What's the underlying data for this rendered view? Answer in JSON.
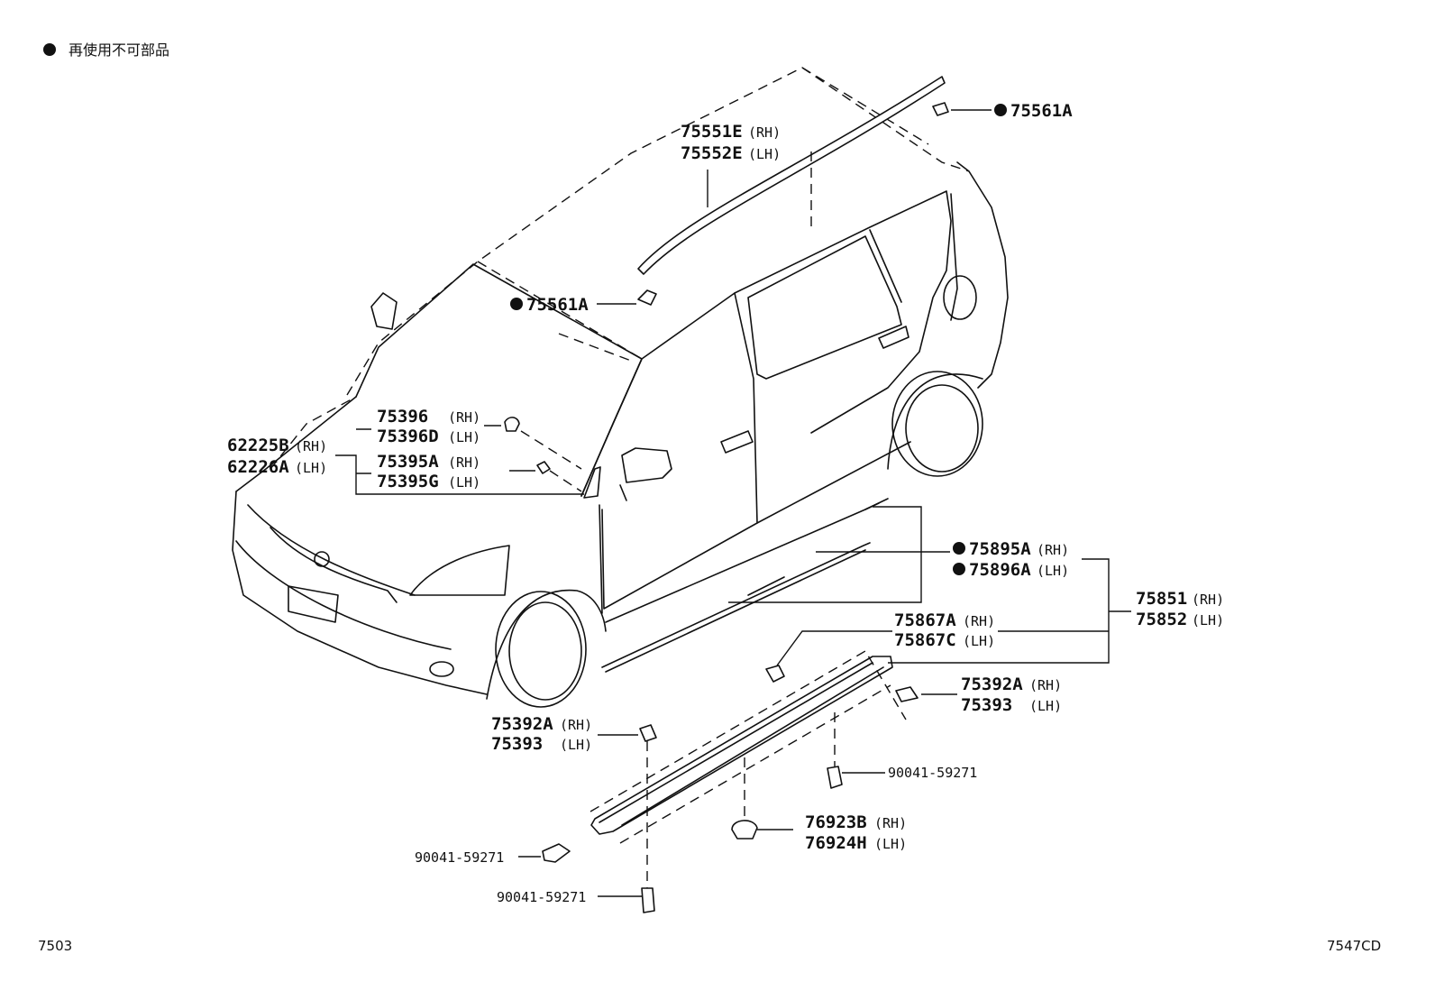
{
  "legend": {
    "marker": "●",
    "text": "再使用不可部品"
  },
  "footer": {
    "left": "7503",
    "right": "7547CD"
  },
  "labels": {
    "p75561A_top": {
      "num": "75561A"
    },
    "p75551E": {
      "num": "75551E",
      "side": "(RH)"
    },
    "p75552E": {
      "num": "75552E",
      "side": "(LH)"
    },
    "p75561A_mid": {
      "num": "75561A"
    },
    "p75396": {
      "num": "75396",
      "side": "(RH)"
    },
    "p75396D": {
      "num": "75396D",
      "side": "(LH)"
    },
    "p62225B": {
      "num": "62225B",
      "side": "(RH)"
    },
    "p62226A": {
      "num": "62226A",
      "side": "(LH)"
    },
    "p75395A": {
      "num": "75395A",
      "side": "(RH)"
    },
    "p75395G": {
      "num": "75395G",
      "side": "(LH)"
    },
    "p75895A": {
      "num": "75895A",
      "side": "(RH)"
    },
    "p75896A": {
      "num": "75896A",
      "side": "(LH)"
    },
    "p75851": {
      "num": "75851",
      "side": "(RH)"
    },
    "p75852": {
      "num": "75852",
      "side": "(LH)"
    },
    "p75867A": {
      "num": "75867A",
      "side": "(RH)"
    },
    "p75867C": {
      "num": "75867C",
      "side": "(LH)"
    },
    "p75392A_r": {
      "num": "75392A",
      "side": "(RH)"
    },
    "p75393_r": {
      "num": "75393",
      "side": "(LH)"
    },
    "p75392A_l": {
      "num": "75392A",
      "side": "(RH)"
    },
    "p75393_l": {
      "num": "75393",
      "side": "(LH)"
    },
    "p90041_r": {
      "num": "90041-59271"
    },
    "p76923B": {
      "num": "76923B",
      "side": "(RH)"
    },
    "p76924H": {
      "num": "76924H",
      "side": "(LH)"
    },
    "p90041_l": {
      "num": "90041-59271"
    },
    "p90041_b": {
      "num": "90041-59271"
    }
  }
}
